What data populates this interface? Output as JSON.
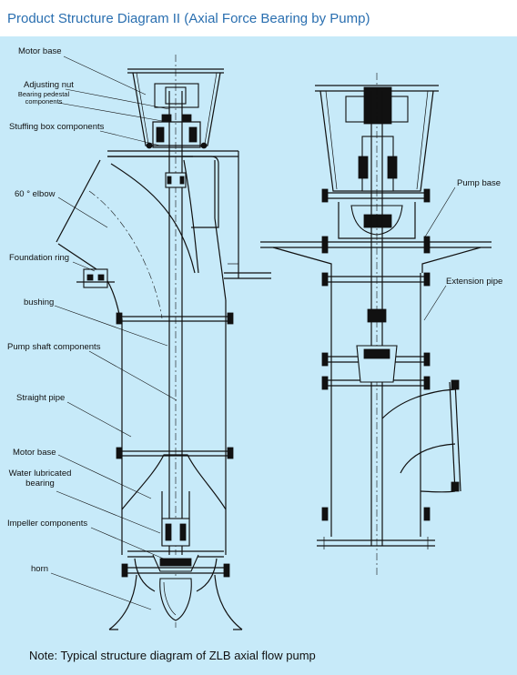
{
  "header": {
    "title": "Product Structure Diagram II (Axial Force Bearing by Pump)"
  },
  "labels": {
    "motor_base_top": "Motor base",
    "adjusting_nut": "Adjusting nut",
    "bearing_pedestal": "Bearing pedestal components",
    "stuffing_box": "Stuffing box components",
    "elbow": "60 ° elbow",
    "foundation_ring": "Foundation ring",
    "bushing": "bushing",
    "pump_shaft": "Pump shaft components",
    "straight_pipe": "Straight pipe",
    "motor_base_lower": "Motor base",
    "water_bearing": "Water lubricated bearing",
    "impeller": "Impeller components",
    "horn": "horn",
    "pump_base": "Pump base",
    "extension_pipe": "Extension pipe"
  },
  "note": "Note: Typical structure diagram of ZLB axial flow pump",
  "colors": {
    "title": "#2a6fb0",
    "panel_background": "#c7eaf9",
    "line": "#111111"
  }
}
